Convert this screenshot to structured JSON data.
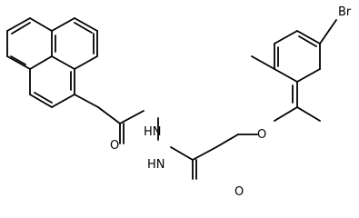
{
  "molecule": {
    "atoms": {
      "bromine": "Br",
      "ether_oxygen": "O",
      "hydrazide_nh_upper": "HN",
      "hydrazide_nh_lower": "HN",
      "carbonyl_oxygen_left": "O",
      "carbonyl_oxygen_right": "O"
    },
    "colors": {
      "bond": "#000000",
      "label": "#000000",
      "background": "#ffffff"
    }
  }
}
